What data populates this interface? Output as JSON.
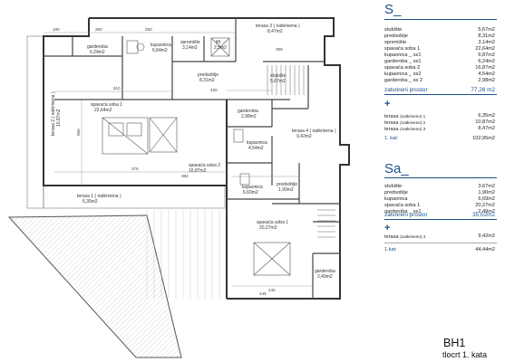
{
  "plan": {
    "rooms": [
      {
        "name": "terasa 3 ( natkrivena )",
        "area": "8,47m2",
        "key": "terasa-3"
      },
      {
        "name": "garderoba",
        "area": "6,24m2",
        "key": "garderoba"
      },
      {
        "name": "kupaonica",
        "area": "6,84m2",
        "key": "kupaonica-top"
      },
      {
        "name": "spremište",
        "area": "3,14m2",
        "key": "spremiste"
      },
      {
        "name": "lift",
        "area": "2,5m2",
        "key": "lift"
      },
      {
        "name": "predsoblje",
        "area": "8,31m2",
        "key": "predsoblje"
      },
      {
        "name": "stubište",
        "area": "5,67m2",
        "key": "stubiste"
      },
      {
        "name": "terasa 2 ( natkrivena )",
        "area": "10,87m2",
        "key": "terasa-2"
      },
      {
        "name": "spavaća soba 1",
        "area": "22,64m2",
        "key": "spavaca-soba-1"
      },
      {
        "name": "garderoba",
        "area": "2,98m2",
        "key": "garderoba-2"
      },
      {
        "name": "kupaonica",
        "area": "4,54m2",
        "key": "kupaonica-mid"
      },
      {
        "name": "terasa 4 ( natkrivena )",
        "area": "9,42m2",
        "key": "terasa-4"
      },
      {
        "name": "spavaća soba 2",
        "area": "16,87m2",
        "key": "spavaca-soba-2"
      },
      {
        "name": "terasa 1 ( natkrivena )",
        "area": "6,35m2",
        "key": "terasa-1"
      },
      {
        "name": "kupaonica",
        "area": "6,69m2",
        "key": "kupaonica-low"
      },
      {
        "name": "predsoblje",
        "area": "1,90m2",
        "key": "predsoblje-low"
      },
      {
        "name": "spavaća soba 1",
        "area": "20,27m2",
        "key": "spavaca-soba-1-low"
      },
      {
        "name": "garderoba",
        "area": "2,49m2",
        "key": "garderoba-low"
      }
    ],
    "dimensions": [
      "180",
      "250",
      "250",
      "399",
      "510",
      "426",
      "565",
      "376",
      "382",
      "445",
      "445"
    ]
  },
  "legend": {
    "s": {
      "heading": "S_",
      "rows": [
        {
          "label": "stubište",
          "value": "5,67m2"
        },
        {
          "label": "predsoblje",
          "value": "8,31m2"
        },
        {
          "label": "spremište",
          "value": "3,14m2"
        },
        {
          "label": "spavaća soba 1",
          "value": "22,64m2"
        },
        {
          "label": "kupaonica _ ss1",
          "value": "6,87m2"
        },
        {
          "label": "garderoba _ ss1",
          "value": "6,24m2"
        },
        {
          "label": "spavaća soba 2",
          "value": "16,87m2"
        },
        {
          "label": "kupaonica _ ss2",
          "value": "4,54m2"
        },
        {
          "label": "garderoba _ ss 2",
          "value": "2,98m2"
        }
      ],
      "closed_label": "zatvoreni prostor",
      "closed_value": "77,26 m2",
      "plus": "+",
      "terraces": [
        {
          "label": "terasa",
          "note": "(natkriveno) 1",
          "value": "6,35m2"
        },
        {
          "label": "terasa",
          "note": "(natkriveno) 2",
          "value": "10,87m2"
        },
        {
          "label": "terasa",
          "note": "(natkriveno) 3",
          "value": "8,47m2"
        }
      ],
      "total_label": "1. kat:",
      "total_value": "102,95m2"
    },
    "sa": {
      "heading": "Sa_",
      "rows": [
        {
          "label": "stubište",
          "value": "3,67m2"
        },
        {
          "label": "predsoblje",
          "value": "1,90m2"
        },
        {
          "label": "kupaonica",
          "value": "6,69m2"
        },
        {
          "label": "spavaća soba 1",
          "value": "20,27m2"
        },
        {
          "label": "garderoba _ ss1",
          "value": "2,49m2"
        }
      ],
      "closed_label": "zatvoreni prostor",
      "closed_value": "35,02m2",
      "plus": "+",
      "terraces": [
        {
          "label": "terasa",
          "note": "(natkriveno) 4",
          "value": "9,42m2"
        }
      ],
      "total_label": "1.kat:",
      "total_value": "44,44m2"
    },
    "title": "BH1",
    "subtitle": "tlocrt 1. kata"
  }
}
